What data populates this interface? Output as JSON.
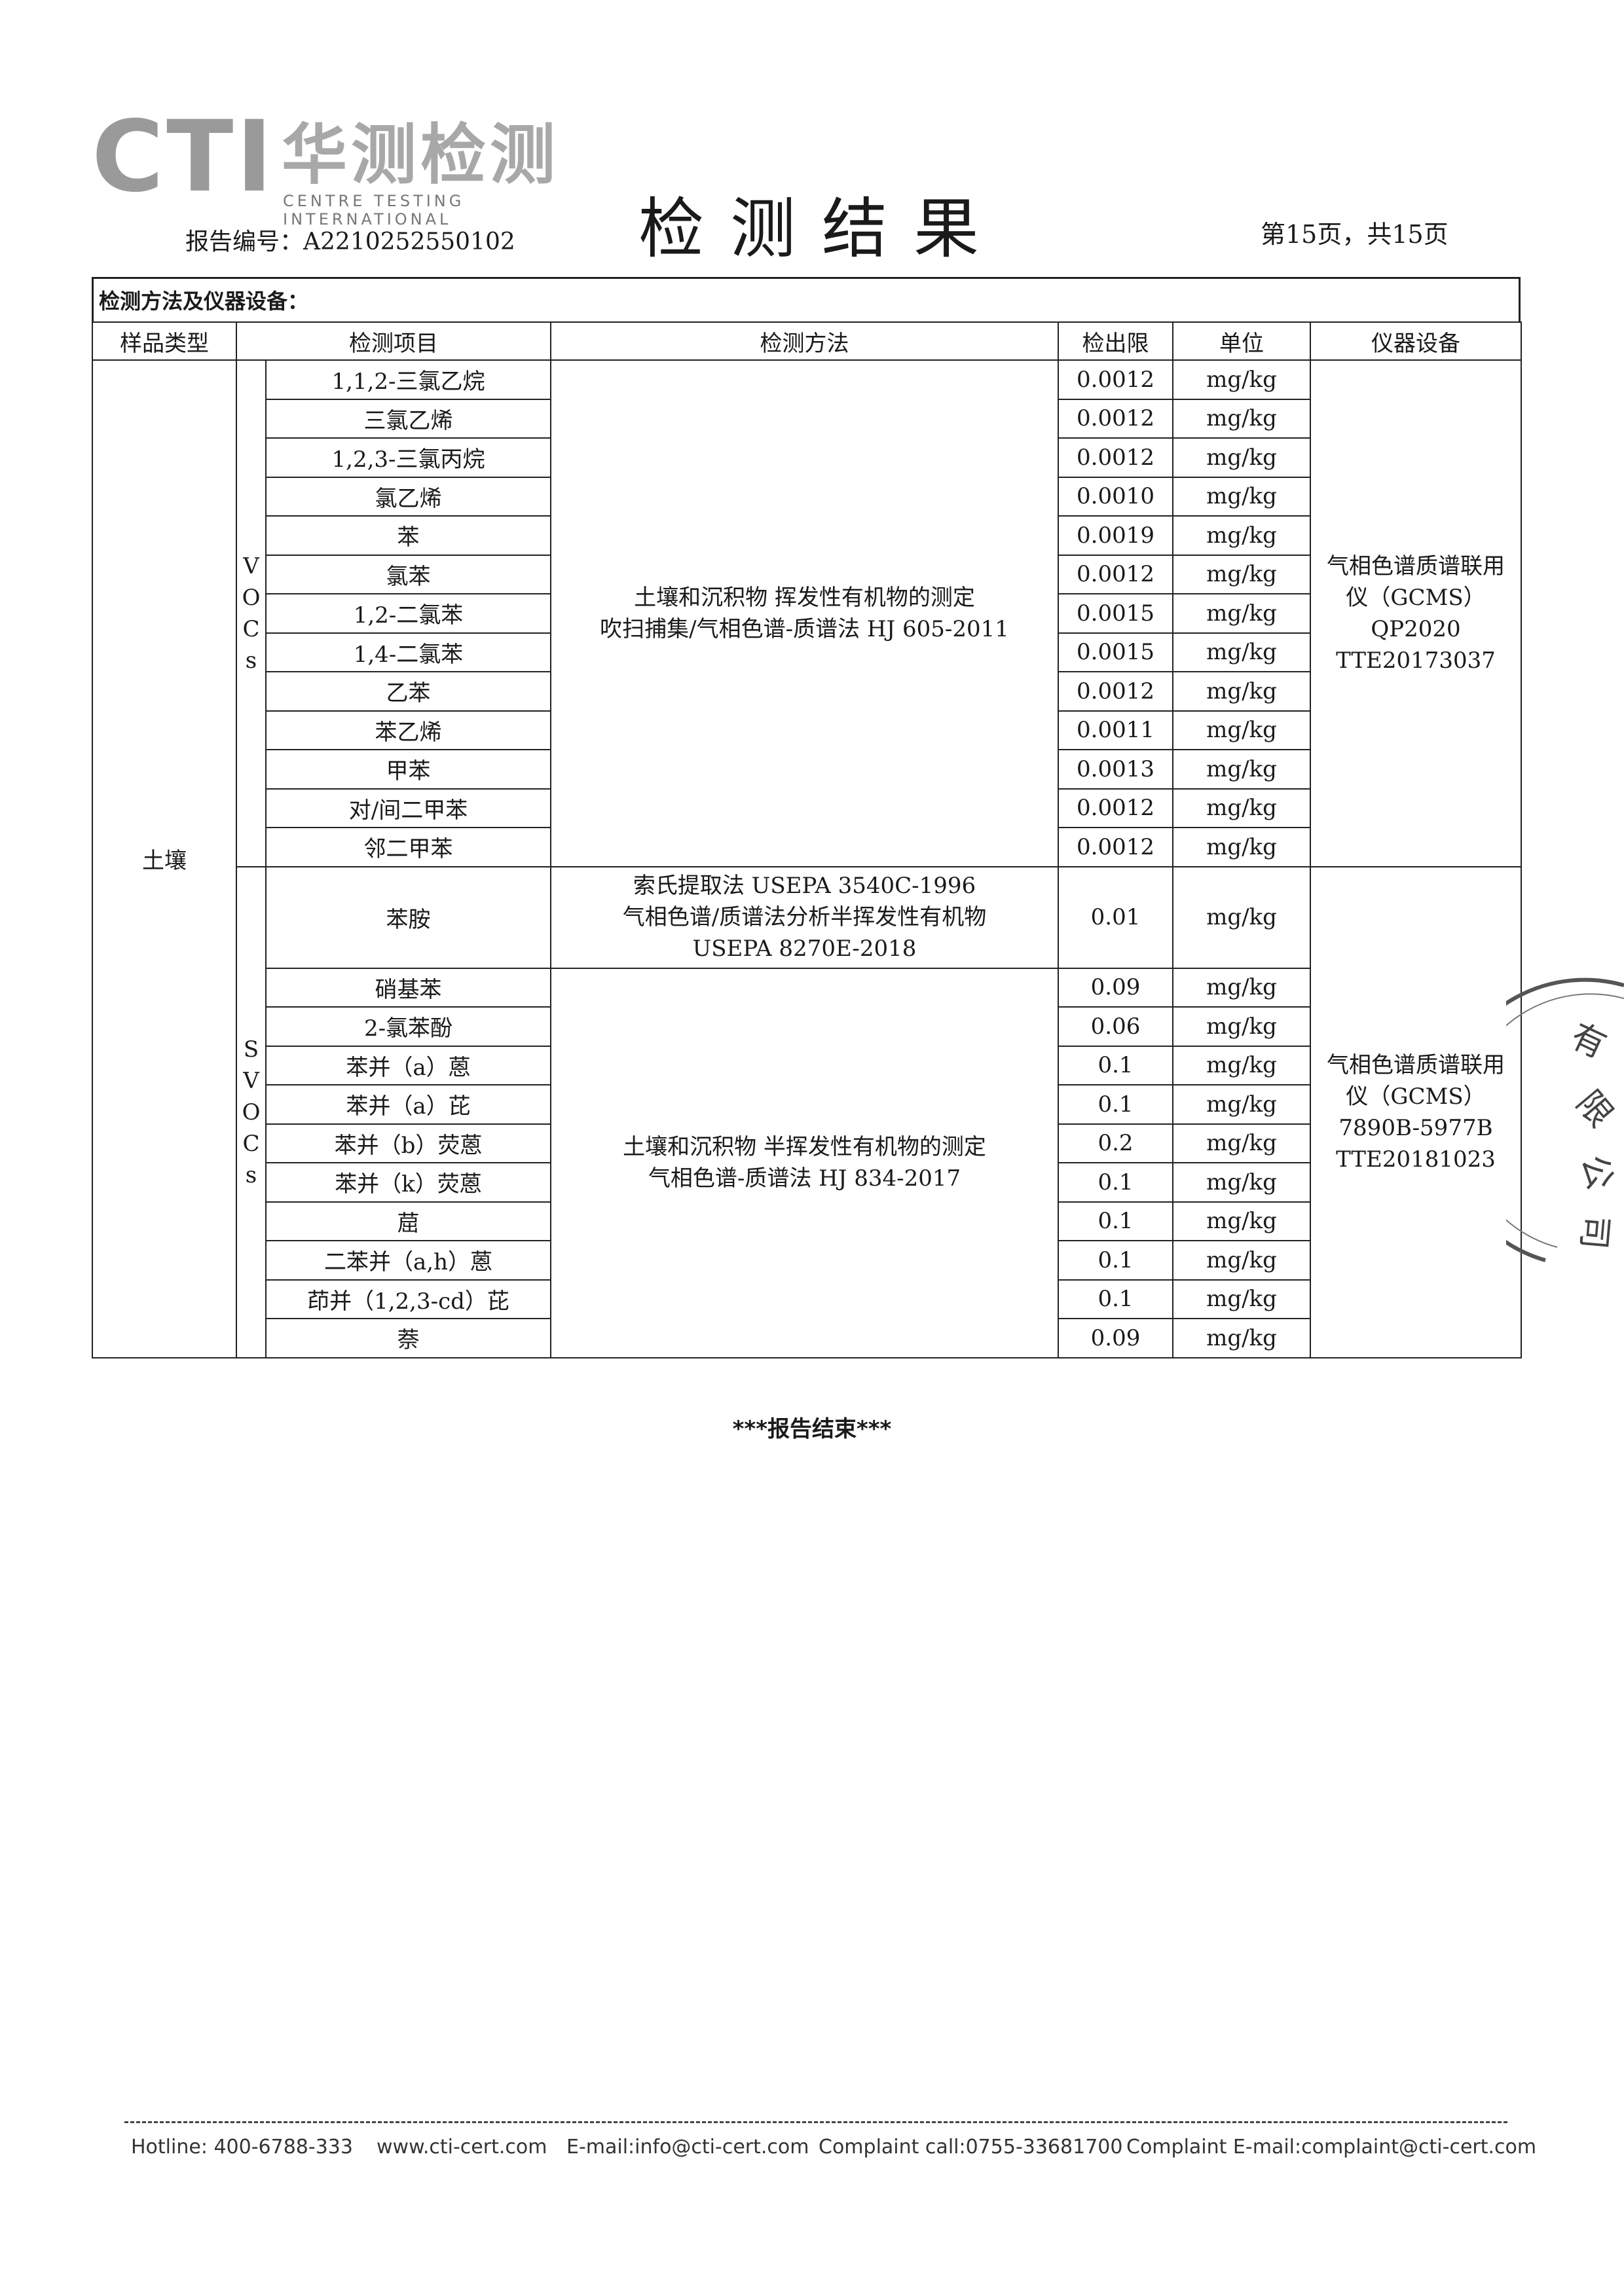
{
  "header": {
    "logo_mark": "CTI",
    "logo_name_cn": "华测检测",
    "logo_name_en": "CENTRE TESTING INTERNATIONAL",
    "report_no_label": "报告编号：",
    "report_no": "A2210252550102",
    "doc_title": "检测结果",
    "page_info": "第15页，共15页"
  },
  "section": {
    "title": "检测方法及仪器设备："
  },
  "table": {
    "headers": {
      "sample_type": "样品类型",
      "item": "检测项目",
      "method": "检测方法",
      "limit": "检出限",
      "unit": "单位",
      "equipment": "仪器设备"
    },
    "sample_type": "土壤",
    "group_vocs": [
      "V",
      "O",
      "C",
      "s"
    ],
    "group_svocs": [
      "S",
      "V",
      "O",
      "C",
      "s"
    ],
    "vocs_method": [
      "土壤和沉积物 挥发性有机物的测定",
      "吹扫捕集/气相色谱-质谱法 HJ 605-2011"
    ],
    "vocs_equipment": [
      "气相色谱质谱联用",
      "仪（GCMS）",
      "QP2020",
      "TTE20173037"
    ],
    "vocs_rows": [
      {
        "item": "1,1,2-三氯乙烷",
        "limit": "0.0012",
        "unit": "mg/kg"
      },
      {
        "item": "三氯乙烯",
        "limit": "0.0012",
        "unit": "mg/kg"
      },
      {
        "item": "1,2,3-三氯丙烷",
        "limit": "0.0012",
        "unit": "mg/kg"
      },
      {
        "item": "氯乙烯",
        "limit": "0.0010",
        "unit": "mg/kg"
      },
      {
        "item": "苯",
        "limit": "0.0019",
        "unit": "mg/kg"
      },
      {
        "item": "氯苯",
        "limit": "0.0012",
        "unit": "mg/kg"
      },
      {
        "item": "1,2-二氯苯",
        "limit": "0.0015",
        "unit": "mg/kg"
      },
      {
        "item": "1,4-二氯苯",
        "limit": "0.0015",
        "unit": "mg/kg"
      },
      {
        "item": "乙苯",
        "limit": "0.0012",
        "unit": "mg/kg"
      },
      {
        "item": "苯乙烯",
        "limit": "0.0011",
        "unit": "mg/kg"
      },
      {
        "item": "甲苯",
        "limit": "0.0013",
        "unit": "mg/kg"
      },
      {
        "item": "对/间二甲苯",
        "limit": "0.0012",
        "unit": "mg/kg"
      },
      {
        "item": "邻二甲苯",
        "limit": "0.0012",
        "unit": "mg/kg"
      }
    ],
    "aniline_row": {
      "item": "苯胺",
      "method": [
        "索氏提取法 USEPA 3540C-1996",
        "气相色谱/质谱法分析半挥发性有机物",
        "USEPA 8270E-2018"
      ],
      "limit": "0.01",
      "unit": "mg/kg"
    },
    "svocs_method": [
      "土壤和沉积物 半挥发性有机物的测定",
      "气相色谱-质谱法 HJ 834-2017"
    ],
    "svocs_equipment": [
      "气相色谱质谱联用",
      "仪（GCMS）",
      "7890B-5977B",
      "TTE20181023"
    ],
    "svocs_rows": [
      {
        "item": "硝基苯",
        "limit": "0.09",
        "unit": "mg/kg"
      },
      {
        "item": "2-氯苯酚",
        "limit": "0.06",
        "unit": "mg/kg"
      },
      {
        "item": "苯并（a）蒽",
        "limit": "0.1",
        "unit": "mg/kg"
      },
      {
        "item": "苯并（a）芘",
        "limit": "0.1",
        "unit": "mg/kg"
      },
      {
        "item": "苯并（b）荧蒽",
        "limit": "0.2",
        "unit": "mg/kg"
      },
      {
        "item": "苯并（k）荧蒽",
        "limit": "0.1",
        "unit": "mg/kg"
      },
      {
        "item": "䓛",
        "limit": "0.1",
        "unit": "mg/kg"
      },
      {
        "item": "二苯并（a,h）蒽",
        "limit": "0.1",
        "unit": "mg/kg"
      },
      {
        "item": "茚并（1,2,3-cd）芘",
        "limit": "0.1",
        "unit": "mg/kg"
      },
      {
        "item": "萘",
        "limit": "0.09",
        "unit": "mg/kg"
      }
    ]
  },
  "end_note": "***报告结束***",
  "stamp_text": "有限公司",
  "footer": {
    "hotline": "Hotline: 400-6788-333",
    "website": "www.cti-cert.com",
    "email": "E-mail:info@cti-cert.com",
    "complaint_call": "Complaint call:0755-33681700",
    "complaint_email": "Complaint E-mail:complaint@cti-cert.com"
  }
}
